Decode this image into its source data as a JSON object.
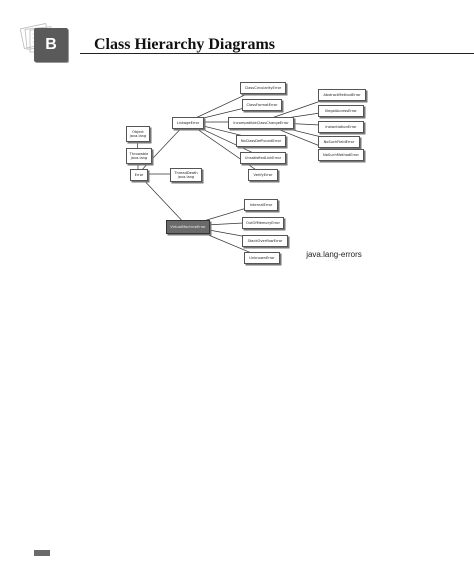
{
  "header": {
    "chapter_letter": "B",
    "title": "Class Hierarchy Diagrams"
  },
  "diagram": {
    "nodes": [
      {
        "id": "object",
        "label": "Object",
        "sublabel": "java.lang"
      },
      {
        "id": "throwable",
        "label": "Throwable",
        "sublabel": "java.lang"
      },
      {
        "id": "error",
        "label": "Error",
        "sublabel": ""
      },
      {
        "id": "threaddeath",
        "label": "ThreadDeath",
        "sublabel": "java.lang"
      },
      {
        "id": "linkageerror",
        "label": "LinkageError",
        "sublabel": ""
      },
      {
        "id": "classcircularityerror",
        "label": "ClassCircularityError",
        "sublabel": ""
      },
      {
        "id": "classformaterror",
        "label": "ClassFormatError",
        "sublabel": ""
      },
      {
        "id": "incompatibleclasschangeerror",
        "label": "IncompatibleClassChangeError",
        "sublabel": ""
      },
      {
        "id": "noclassdeffounderror",
        "label": "NoClassDefFoundError",
        "sublabel": ""
      },
      {
        "id": "unsatisfiedlinkerror",
        "label": "UnsatisfiedLinkError",
        "sublabel": ""
      },
      {
        "id": "verifyerror",
        "label": "VerifyError",
        "sublabel": ""
      },
      {
        "id": "abstractmethoderror",
        "label": "AbstractMethodError",
        "sublabel": ""
      },
      {
        "id": "illegalaccesserror",
        "label": "IllegalAccessError",
        "sublabel": ""
      },
      {
        "id": "instantiationerror",
        "label": "InstantiationError",
        "sublabel": ""
      },
      {
        "id": "nosuchfielderror",
        "label": "NoSuchFieldError",
        "sublabel": ""
      },
      {
        "id": "nosuchmethoderror",
        "label": "NoSuchMethodError",
        "sublabel": ""
      },
      {
        "id": "virtualmachineerror",
        "label": "VirtualMachineError",
        "sublabel": ""
      },
      {
        "id": "internalerror",
        "label": "InternalError",
        "sublabel": ""
      },
      {
        "id": "outofmemoryerror",
        "label": "OutOfMemoryError",
        "sublabel": ""
      },
      {
        "id": "stackoverflowerror",
        "label": "StackOverflowError",
        "sublabel": ""
      },
      {
        "id": "unknownerror",
        "label": "UnknownError",
        "sublabel": ""
      }
    ],
    "caption": "java.lang-errors",
    "caption_sub": "······ ········ ······"
  }
}
